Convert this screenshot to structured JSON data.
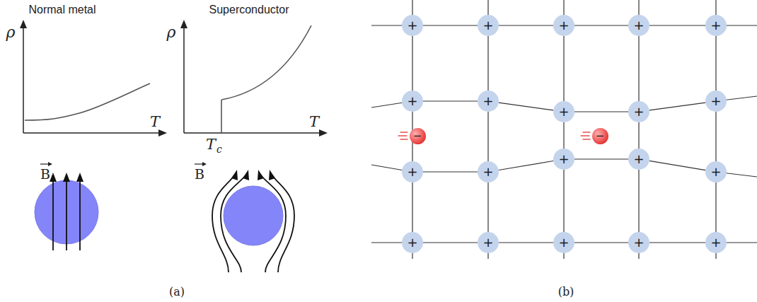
{
  "diagram": {
    "nodes": [
      {
        "text": [
          "+"
        ]
      },
      {
        "text": [
          "+"
        ]
      },
      {
        "text": [
          "+"
        ]
      },
      {
        "text": [
          "+"
        ]
      },
      {
        "text": [
          "+"
        ]
      },
      {
        "text": [
          "+"
        ]
      },
      {
        "text": [
          "+"
        ]
      },
      {
        "text": [
          "+"
        ]
      },
      {
        "text": [
          "+"
        ]
      },
      {
        "text": [
          "+"
        ]
      },
      {
        "text": [
          "+"
        ]
      },
      {
        "text": [
          "+"
        ]
      },
      {
        "text": [
          "+"
        ]
      },
      {
        "text": [
          "+"
        ]
      },
      {
        "text": [
          "+"
        ]
      },
      {
        "text": [
          "+"
        ]
      },
      {
        "text": [
          "+"
        ]
      },
      {
        "text": [
          "+"
        ]
      },
      {
        "text": [
          "+"
        ]
      },
      {
        "text": [
          "+"
        ]
      },
      {
        "text": [
          "−"
        ]
      },
      {
        "text": [
          "−"
        ]
      }
    ],
    "edges": [
      {
        "from": 0,
        "to": 1,
        "arrow": "none"
      },
      {
        "from": 1,
        "to": 2,
        "arrow": "none"
      },
      {
        "from": 2,
        "to": 3,
        "arrow": "none"
      },
      {
        "from": 3,
        "to": 4,
        "arrow": "none"
      },
      {
        "from": 5,
        "to": 6,
        "arrow": "none"
      },
      {
        "from": 6,
        "to": 7,
        "arrow": "none"
      },
      {
        "from": 7,
        "to": 8,
        "arrow": "none"
      },
      {
        "from": 8,
        "to": 9,
        "arrow": "none"
      },
      {
        "from": 10,
        "to": 11,
        "arrow": "none"
      },
      {
        "from": 11,
        "to": 12,
        "arrow": "none"
      },
      {
        "from": 12,
        "to": 13,
        "arrow": "none"
      },
      {
        "from": 13,
        "to": 14,
        "arrow": "none"
      },
      {
        "from": 15,
        "to": 16,
        "arrow": "none"
      },
      {
        "from": 16,
        "to": 17,
        "arrow": "none"
      },
      {
        "from": 17,
        "to": 18,
        "arrow": "none"
      },
      {
        "from": 18,
        "to": 19,
        "arrow": "none"
      },
      {
        "from": 0,
        "to": 5,
        "arrow": "none"
      },
      {
        "from": 1,
        "to": 6,
        "arrow": "none"
      },
      {
        "from": 2,
        "to": 7,
        "arrow": "none"
      },
      {
        "from": 3,
        "to": 8,
        "arrow": "none"
      },
      {
        "from": 4,
        "to": 9,
        "arrow": "none"
      },
      {
        "from": 5,
        "to": 10,
        "arrow": "none"
      },
      {
        "from": 6,
        "to": 11,
        "arrow": "none"
      },
      {
        "from": 7,
        "to": 12,
        "arrow": "none"
      },
      {
        "from": 8,
        "to": 13,
        "arrow": "none"
      },
      {
        "from": 9,
        "to": 14,
        "arrow": "none"
      },
      {
        "from": 10,
        "to": 15,
        "arrow": "none"
      },
      {
        "from": 11,
        "to": 16,
        "arrow": "none"
      },
      {
        "from": 12,
        "to": 17,
        "arrow": "none"
      },
      {
        "from": 13,
        "to": 18,
        "arrow": "none"
      },
      {
        "from": 14,
        "to": 19,
        "arrow": "none"
      }
    ],
    "labels": [
      "Normal metal",
      "Superconductor",
      "ρ",
      "T",
      "ρ",
      "T",
      "T",
      "c",
      "B",
      "B",
      "(a)",
      "(b)"
    ]
  }
}
